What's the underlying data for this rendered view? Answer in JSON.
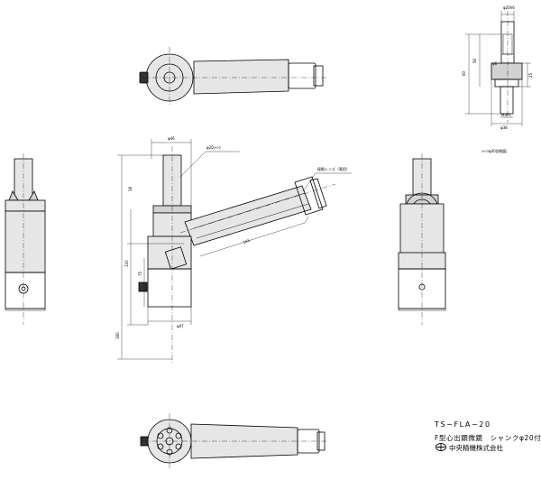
{
  "title_block": {
    "model": "TS−FLA−20",
    "description": "F型心出顕微鏡　シャンクφ20付",
    "maker": "中央精機株式会社"
  },
  "detail": {
    "title": "ｼｬﾝｸφ20詳細図",
    "dims": [
      "φ20h6",
      "φ6",
      "56",
      "60",
      "25",
      "M4P1",
      "φ38"
    ]
  },
  "front_view": {
    "dims": [
      "φ46",
      "φ20ｼｬﾝｸ",
      "38",
      "165",
      "120",
      "75",
      "φ47",
      "160"
    ],
    "notes": [
      "接眼レンズ（専用）"
    ]
  }
}
